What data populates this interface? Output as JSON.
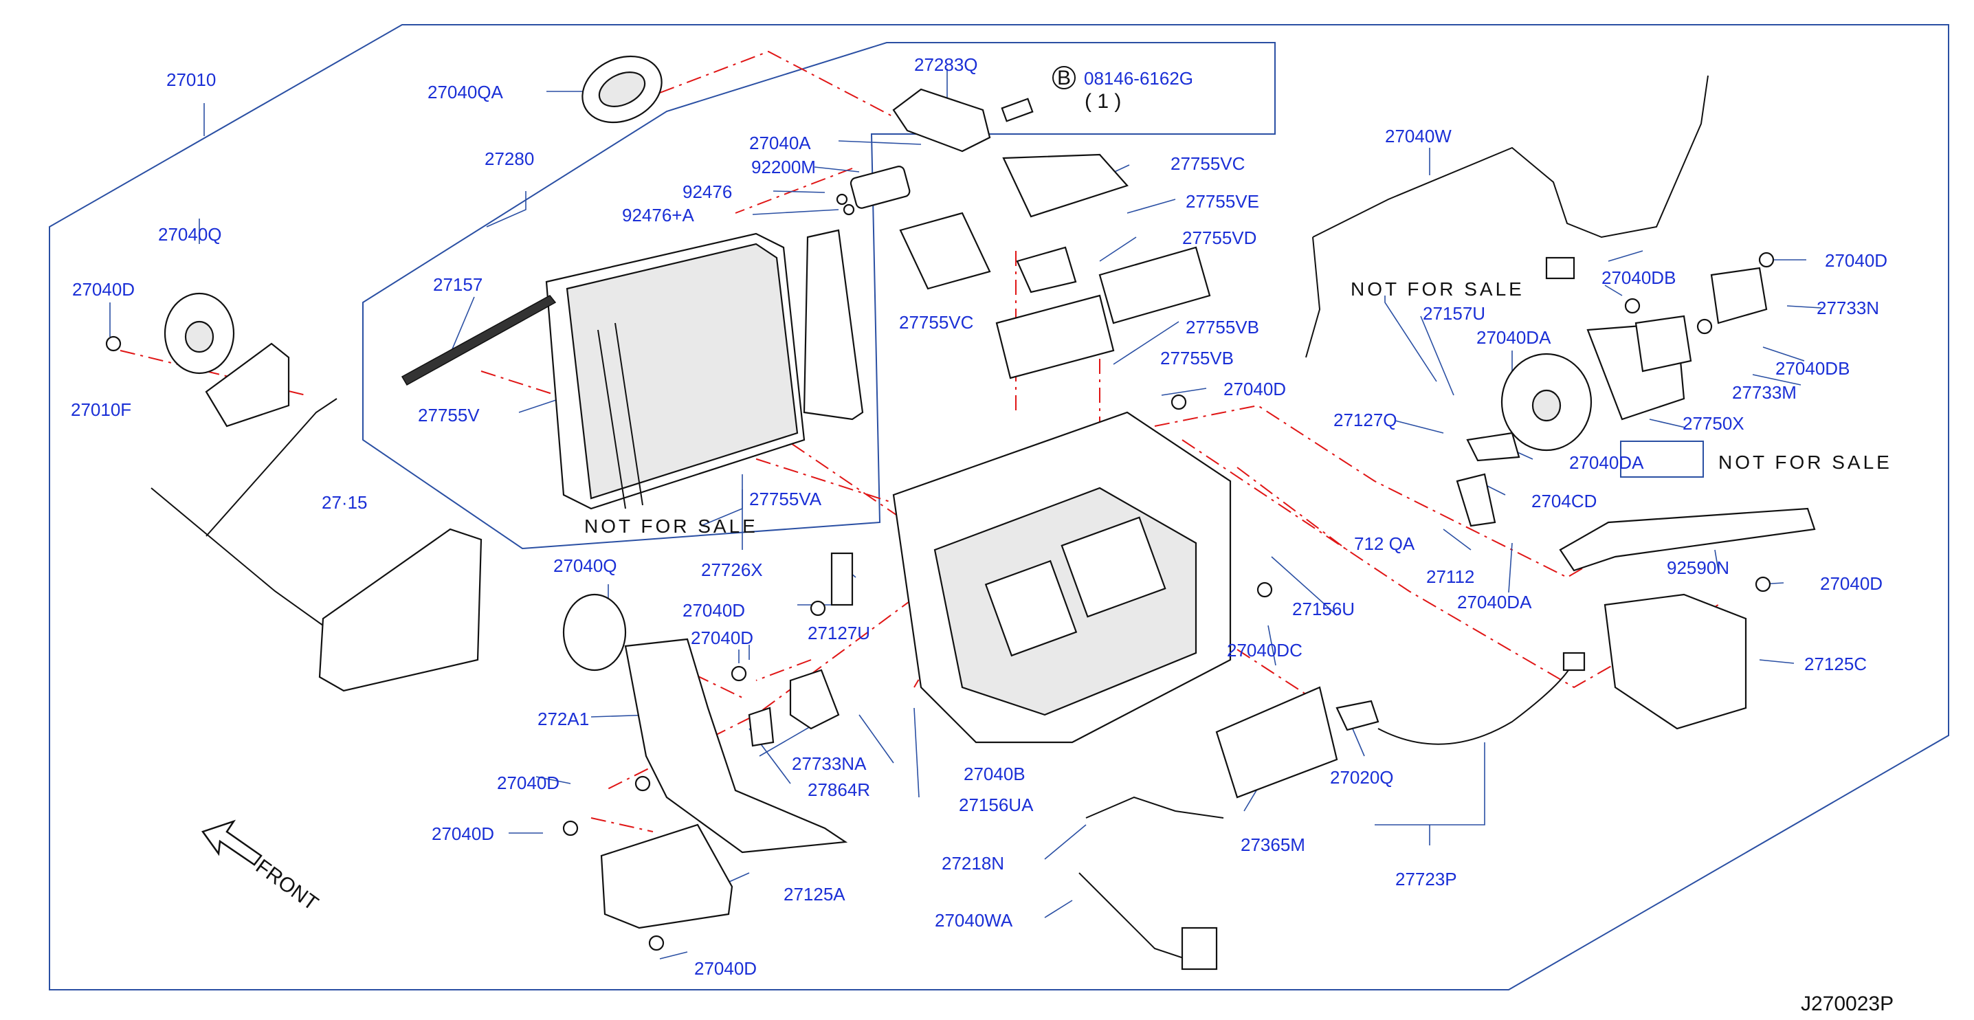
{
  "diagram": {
    "drawing_number": "J270023P",
    "front_label": "FRONT",
    "not_for_sale": "NOT FOR SALE",
    "bolt_ref": {
      "circle": "B",
      "code": "08146-6162G",
      "qty": "( 1 )"
    },
    "parts": {
      "p27010": "27010",
      "p27040QA": "27040QA",
      "p27283Q": "27283Q",
      "p27280": "27280",
      "p27040A": "27040A",
      "p92200M": "92200M",
      "p92476": "92476",
      "p92476A": "92476+A",
      "p27040Q_top": "27040Q",
      "p27040D_left": "27040D",
      "p27157": "27157",
      "p27010F": "27010F",
      "p27755V": "27755V",
      "p27755VC_top": "27755VC",
      "p27755VE": "27755VE",
      "p27755VD": "27755VD",
      "p27755VC_mid": "27755VC",
      "p27755VB_1": "27755VB",
      "p27755VB_2": "27755VB",
      "p27040D_mid": "27040D",
      "p27755VA": "27755VA",
      "p27115_partial": "27·15",
      "p27040Q_mid": "27040Q",
      "p27726X": "27726X",
      "p27040D_c1": "27040D",
      "p27040D_c2": "27040D",
      "p27127U": "27127U",
      "p272A1": "272A1",
      "p27733NA": "27733NA",
      "p27864R": "27864R",
      "p27040D_l3": "27040D",
      "p27040B": "27040B",
      "p27156UA": "27156UA",
      "p27040D_l4": "27040D",
      "p27125A": "27125A",
      "p27040D_bot": "27040D",
      "p27218N": "27218N",
      "p27040WA": "27040WA",
      "p27365M": "27365M",
      "p27020Q": "27020Q",
      "p27723P": "27723P",
      "p27040W": "27040W",
      "p27157U": "27157U",
      "p27040DA_1": "27040DA",
      "p27127Q": "27127Q",
      "p27040DA_2": "27040DA",
      "p27112": "27112",
      "p27040DA_3": "27040DA",
      "p712QA_partial": "712 QA",
      "p27156U": "27156U",
      "p27040DC": "27040DC",
      "p27040DB_1": "27040DB",
      "p27040D_r1": "27040D",
      "p27733N": "27733N",
      "p27040DB_2": "27040DB",
      "p27733M": "27733M",
      "p27750X": "27750X",
      "p92590N": "92590N",
      "p27040D_r2": "27040D",
      "p27125C": "27125C",
      "p2704CD_partial": "2704CD"
    }
  }
}
